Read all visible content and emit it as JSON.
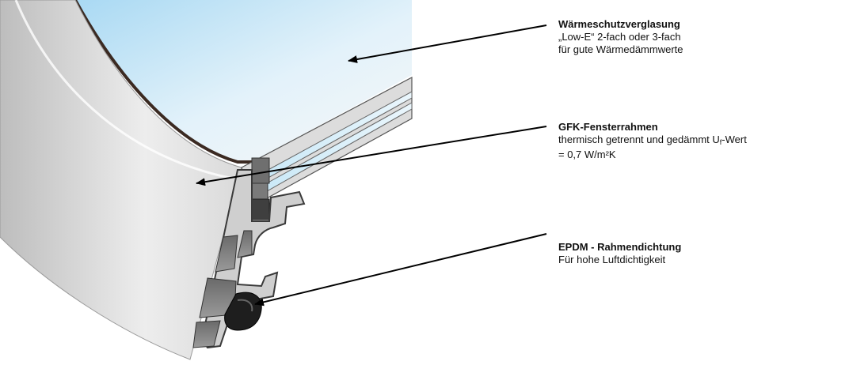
{
  "labels": {
    "glazing": {
      "title": "Wärmeschutzverglasung",
      "line1": "„Low-E“ 2-fach oder 3-fach",
      "line2": "für gute Wärmedämmwerte"
    },
    "frame": {
      "title": "GFK-Fensterrahmen",
      "line1_prefix": "thermisch getrennt und gedämmt  U",
      "line1_sub": "f",
      "line1_suffix": "-Wert",
      "line2": "= 0,7 W/m²K"
    },
    "seal": {
      "title": "EPDM - Rahmendichtung",
      "line1": "Für hohe Luftdichtigkeit"
    }
  },
  "colors": {
    "glass": "#bfe3f5",
    "frame_outline": "#3a3a3a",
    "gasket": "#222222",
    "arrow": "#000000"
  }
}
